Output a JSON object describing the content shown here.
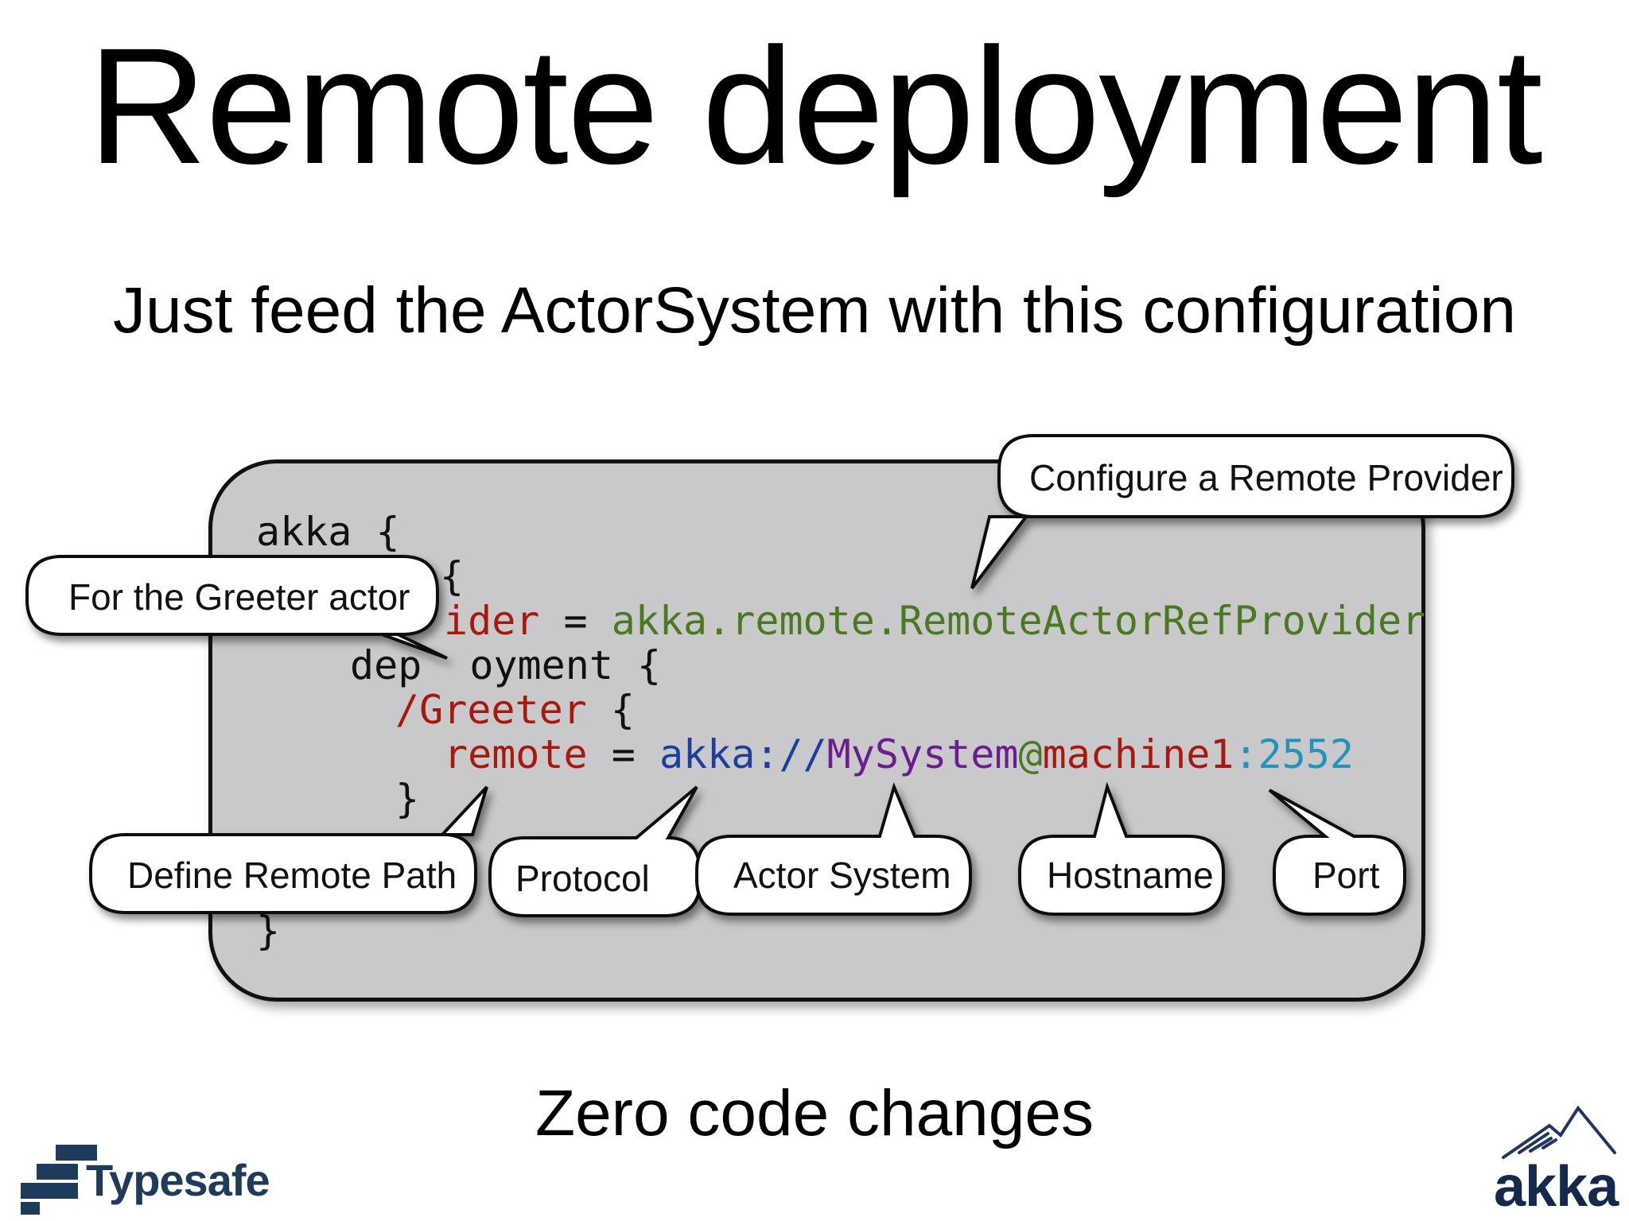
{
  "slide": {
    "title": "Remote deployment",
    "subtitle": "Just feed the ActorSystem with this configuration",
    "footer": "Zero code changes"
  },
  "code": {
    "line1": "akka {",
    "line2_partial": "{",
    "line3_key": "ider",
    "line3_eq": " = ",
    "line3_value": "akka.remote.RemoteActorRefProvider",
    "line4_pre": "dep",
    "line4_post": "oyment {",
    "line5_path": "/Greeter",
    "line5_brace": " {",
    "line6_key": "remote",
    "line6_eq": " = ",
    "line6_protocol": "akka://",
    "line6_system": "MySystem",
    "line6_at": "@",
    "line6_host": "machine1",
    "line6_colon": ":",
    "line6_port": "2552",
    "line7": "}",
    "line9": "}"
  },
  "callouts": {
    "provider": "Configure a Remote Provider",
    "greeter": "For the Greeter actor",
    "path": "Define Remote Path",
    "protocol": "Protocol",
    "system": "Actor System",
    "host": "Hostname",
    "port": "Port"
  },
  "logos": {
    "typesafe": "Typesafe",
    "akka": "akka"
  },
  "colors": {
    "panel_bg": "#c9c8cb",
    "key_red": "#a8180e",
    "value_green": "#4a7a20",
    "protocol_blue": "#1b3f9e",
    "system_purple": "#6a1d8e",
    "port_cyan": "#2393bb",
    "typesafe_navy": "#1f3b5c"
  }
}
